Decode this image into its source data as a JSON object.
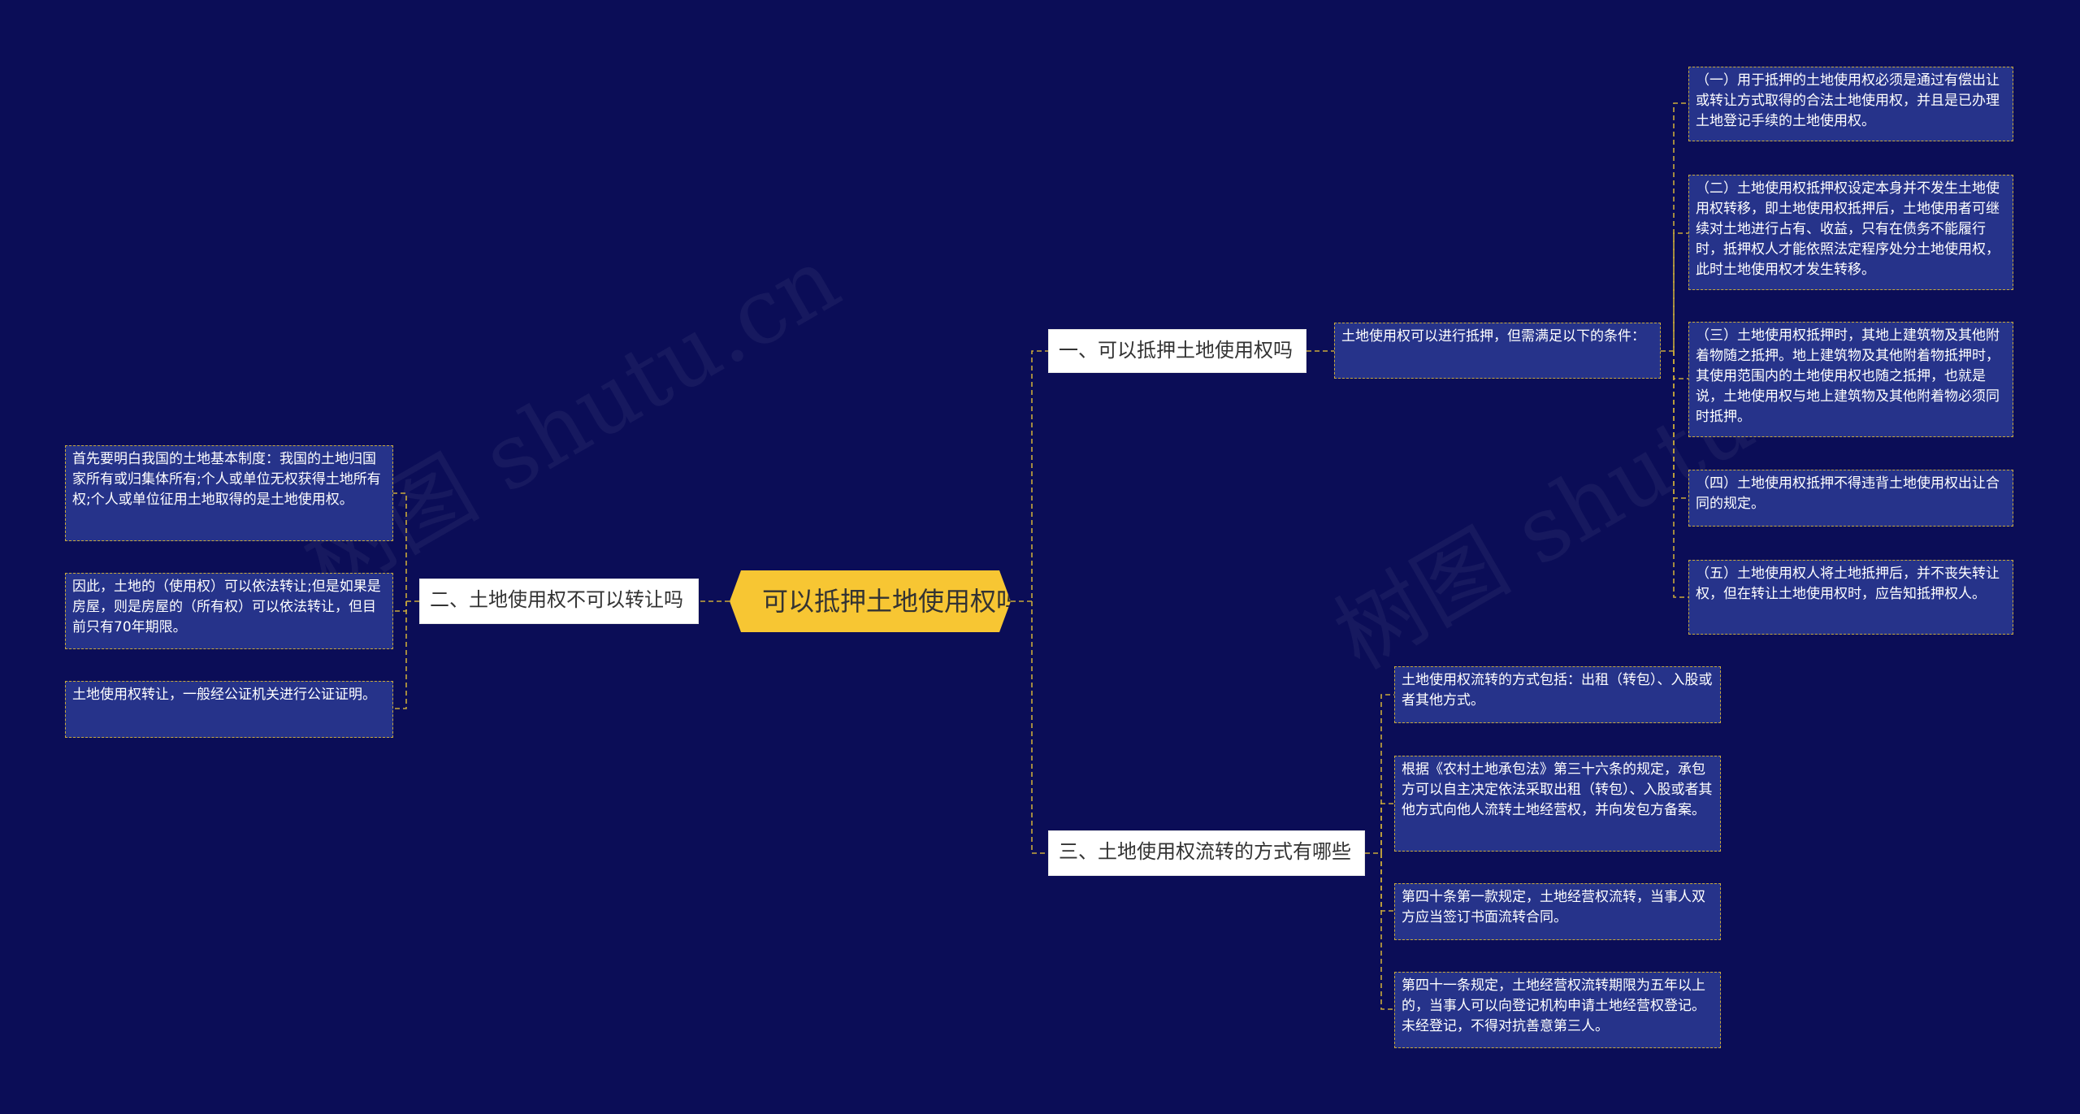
{
  "root": {
    "label": "可以抵押土地使用权吗"
  },
  "branches": {
    "b1": {
      "label": "一、可以抵押土地使用权吗",
      "sub": "土地使用权可以进行抵押，但需满足以下的条件：",
      "items": [
        "（一）用于抵押的土地使用权必须是通过有偿出让或转让方式取得的合法土地使用权，并且是已办理土地登记手续的土地使用权。",
        "（二）土地使用权抵押权设定本身并不发生土地使用权转移，即土地使用权抵押后，土地使用者可继续对土地进行占有、收益，只有在债务不能履行时，抵押权人才能依照法定程序处分土地使用权，此时土地使用权才发生转移。",
        "（三）土地使用权抵押时，其地上建筑物及其他附着物随之抵押。地上建筑物及其他附着物抵押时，其使用范围内的土地使用权也随之抵押，也就是说，土地使用权与地上建筑物及其他附着物必须同时抵押。",
        "（四）土地使用权抵押不得违背土地使用权出让合同的规定。",
        "（五）土地使用权人将土地抵押后，并不丧失转让权，但在转让土地使用权时，应告知抵押权人。"
      ]
    },
    "b2": {
      "label": "二、土地使用权不可以转让吗",
      "items": [
        "首先要明白我国的土地基本制度：我国的土地归国家所有或归集体所有;个人或单位无权获得土地所有权;个人或单位征用土地取得的是土地使用权。",
        "因此，土地的（使用权）可以依法转让;但是如果是房屋，则是房屋的（所有权）可以依法转让，但目前只有70年期限。",
        "土地使用权转让，一般经公证机关进行公证证明。"
      ]
    },
    "b3": {
      "label": "三、土地使用权流转的方式有哪些",
      "items": [
        "土地使用权流转的方式包括：出租（转包）、入股或者其他方式。",
        "根据《农村土地承包法》第三十六条的规定，承包方可以自主决定依法采取出租（转包）、入股或者其他方式向他人流转土地经营权，并向发包方备案。",
        "第四十条第一款规定，土地经营权流转，当事人双方应当签订书面流转合同。",
        "第四十一条规定，土地经营权流转期限为五年以上的，当事人可以向登记机构申请土地经营权登记。未经登记，不得对抗善意第三人。"
      ]
    }
  },
  "watermark": "树图 shutu.cn",
  "colors": {
    "background": "#0b0d57",
    "root_fill": "#f7c633",
    "leaf_fill": "#26338a",
    "connector": "#c9a93a"
  }
}
